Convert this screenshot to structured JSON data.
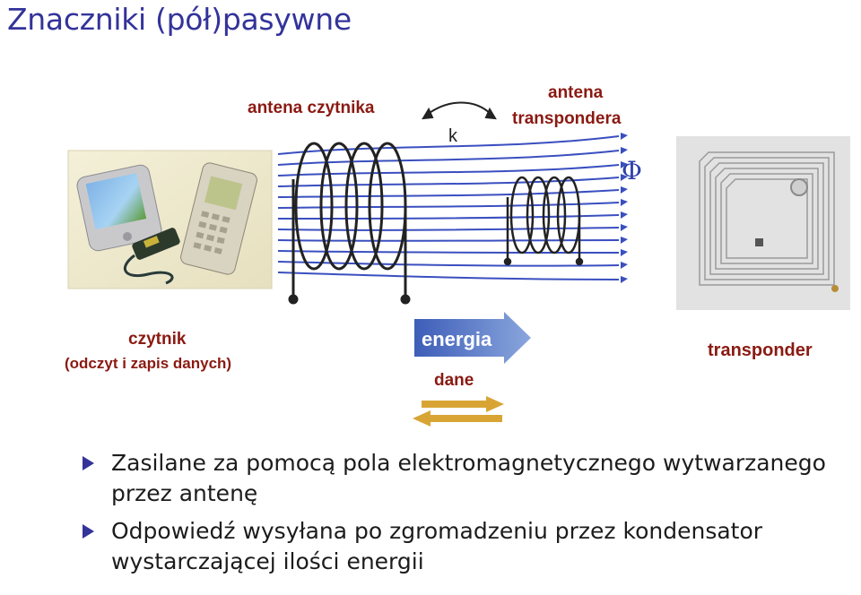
{
  "slide": {
    "title": "Znaczniki (pół)pasywne"
  },
  "diagram": {
    "labels": {
      "reader_antenna": "antena czytnika",
      "coupling": "k",
      "transponder_antenna_line1": "antena",
      "transponder_antenna_line2": "transpondera",
      "flux": "Φ",
      "reader_line1": "czytnik",
      "reader_line2": "(odczyt i zapis danych)",
      "energy": "energia",
      "data": "dane",
      "transponder": "transponder"
    },
    "colors": {
      "label_red": "#8a1a12",
      "field_lines": "#3a4fc0",
      "energy_arrow": "#5a7ec8",
      "data_arrow": "#d8a535",
      "coil": "#222222"
    }
  },
  "bullets": [
    {
      "text": "Zasilane za pomocą pola elektromagnetycznego wytwarzanego przez antenę"
    },
    {
      "text": "Odpowiedź wysyłana po zgromadzeniu przez kondensator wystarczającej ilości energii"
    }
  ]
}
